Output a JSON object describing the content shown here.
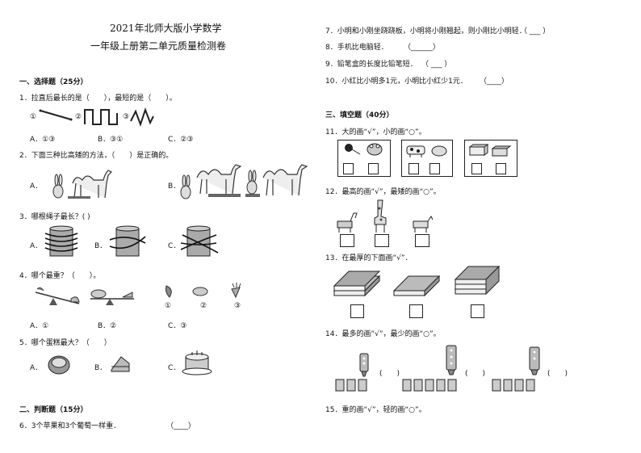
{
  "header": {
    "title_line1": "2021年北师大版小学数学",
    "title_line2": "一年级上册第二单元质量检测卷"
  },
  "section1": {
    "heading": "一、选择题（25分）",
    "q1": {
      "stem": "1．拉直后最长的是（　　），最短的是（　　）。",
      "marks": [
        "①",
        "②",
        "③"
      ],
      "options": [
        "A．①③",
        "B．③①",
        "C．②③"
      ]
    },
    "q2": {
      "stem": "2．下面三种比高矮的方法，（　　）是正确的。",
      "options": [
        "A．",
        "B．",
        "C．"
      ]
    },
    "q3": {
      "stem": "3．哪根绳子最长？( )",
      "options": [
        "A．",
        "B．",
        "C．"
      ]
    },
    "q4": {
      "stem": "4．哪个最重？（　　）。",
      "marks": [
        "①",
        "②",
        "③"
      ],
      "options": [
        "A．①",
        "B．②",
        "C．③"
      ]
    },
    "q5": {
      "stem": "5．哪个蛋糕最大？（　　）",
      "options": [
        "A．",
        "B．",
        "C．"
      ]
    }
  },
  "section2": {
    "heading": "二、判断题（15分）",
    "q6": "6．3个苹果和3个葡萄一样重．",
    "q6_blank": "（____）",
    "q7": "7．小明和小刚坐跷跷板，小明将小刚翘起，则小刚比小明轻．",
    "q7_blank": "（ ___ ）",
    "q8": "8．手机比电脑轻．",
    "q8_blank": "（______）",
    "q9": "9．铅笔盒的长度比铅笔短．",
    "q9_blank": "（ ___ ）",
    "q10": "10．小红比小明多1元，小明比小红少1元．",
    "q10_blank": "（____）"
  },
  "section3": {
    "heading": "三、填空题（40分）",
    "q11": "11．大的画“√”，小的画“○”。",
    "q12": "12．最高的画“√”，最矮的画“○”。",
    "q13": "13．在最厚的下面画“√”．",
    "q14": "14．最多的画“√”，最少的画“○”。",
    "q14_blanks": [
      "(　　)",
      "(　　)",
      "(　　)"
    ],
    "q15": "15．重的画“√”，轻的画“○”。"
  }
}
